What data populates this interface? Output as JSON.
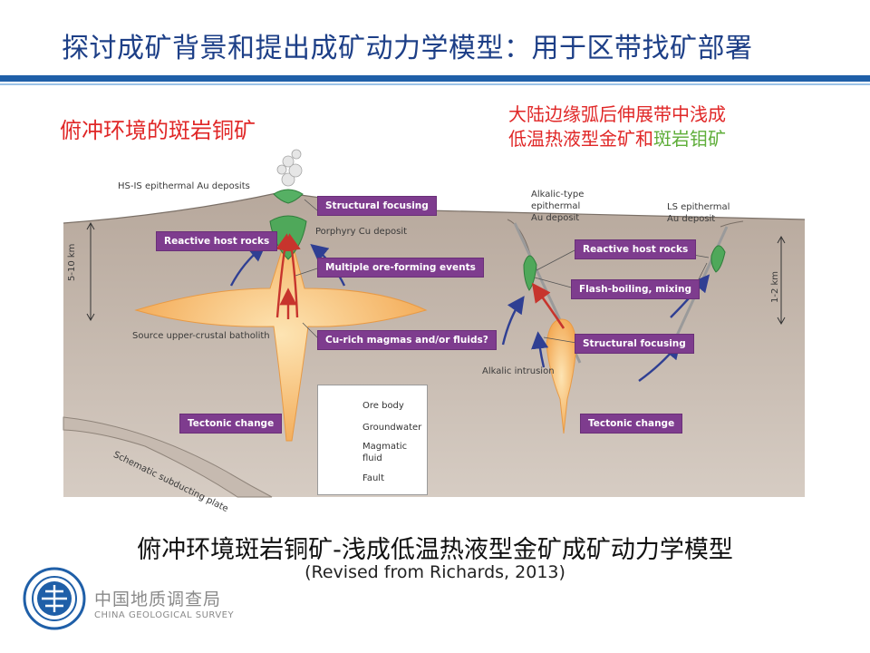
{
  "slide": {
    "title": "探讨成矿背景和提出成矿动力学模型：用于区带找矿部署",
    "left_heading": "俯冲环境的斑岩铜矿",
    "right_heading_line1": "大陆边缘弧后伸展带中浅成",
    "right_heading_line2_a": "低温热液型金矿和",
    "right_heading_line2_b": "斑岩钼矿",
    "caption": "俯冲环境斑岩铜矿-浅成低温热液型金矿成矿动力学模型",
    "subcaption": "(Revised from Richards, 2013)"
  },
  "diagram": {
    "labels": {
      "hs_is": "HS-IS epithermal Au deposits",
      "porphyry_cu": "Porphyry Cu deposit",
      "source": "Source upper-crustal batholith",
      "subducting": "Schematic subducting plate",
      "depth_left": "5-10 km",
      "alkalic_type_1": "Alkalic-type",
      "alkalic_type_2": "epithermal",
      "alkalic_type_3": "Au deposit",
      "ls_1": "LS epithermal",
      "ls_2": "Au deposit",
      "alkalic_intrusion": "Alkalic intrusion",
      "depth_right": "1-2 km"
    },
    "boxes": {
      "structural_focusing_l": "Structural focusing",
      "reactive_l": "Reactive host rocks",
      "multiple": "Multiple ore-forming events",
      "cu_rich": "Cu-rich magmas and/or fluids?",
      "tectonic_l": "Tectonic change",
      "reactive_r": "Reactive host rocks",
      "flash": "Flash-boiling, mixing",
      "structural_focusing_r": "Structural focusing",
      "tectonic_r": "Tectonic change"
    },
    "legend": {
      "ore_body": "Ore body",
      "groundwater": "Groundwater",
      "magmatic_1": "Magmatic",
      "magmatic_2": "fluid",
      "fault": "Fault"
    },
    "colors": {
      "crust": "#b9aba0",
      "sky": "#ffffff",
      "magma": "#f6b25a",
      "ore": "#4fa85a",
      "groundwater": "#2f3f93",
      "magmatic_fluid": "#c7342d",
      "box": "#7e3c8e"
    }
  },
  "org": {
    "name_cn": "中国地质调查局",
    "name_en": "CHINA GEOLOGICAL SURVEY"
  }
}
